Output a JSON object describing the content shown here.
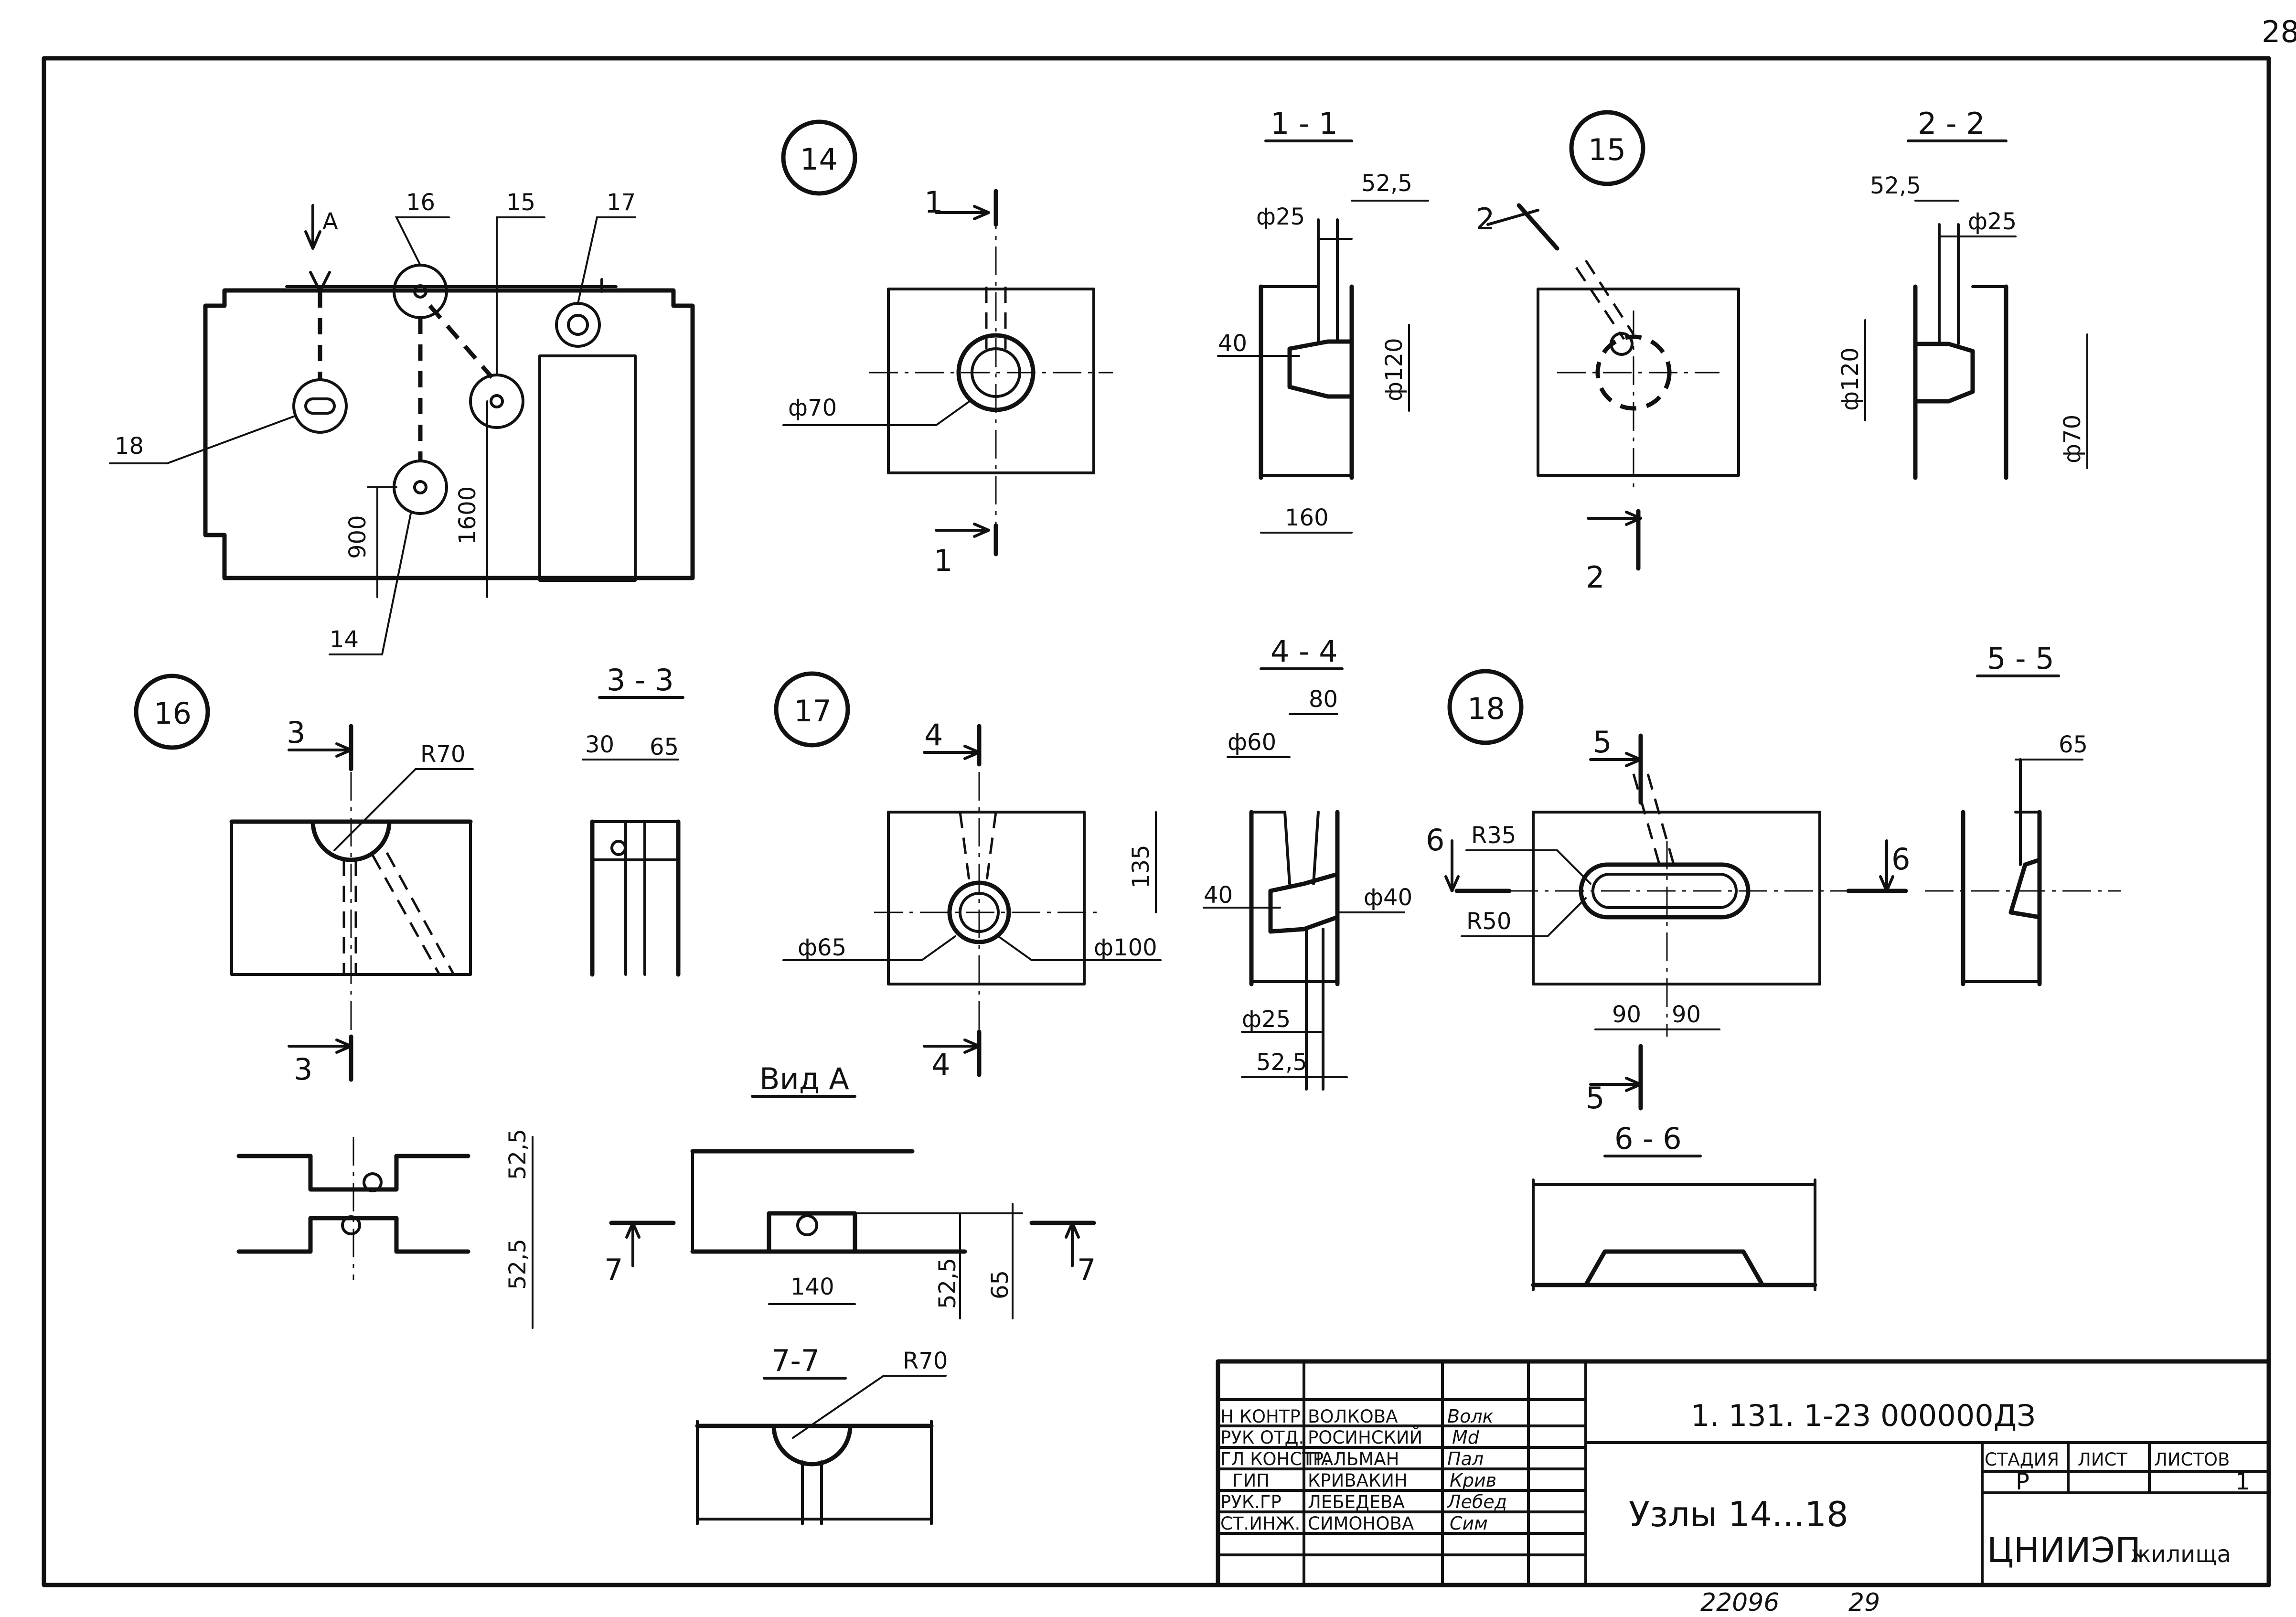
{
  "sheet_number": "28",
  "inventory_number": "22096",
  "inventory_suffix": "29",
  "plan": {
    "view_marker": "A",
    "node_labels": [
      "16",
      "15",
      "17",
      "18",
      "14"
    ],
    "dims": [
      "900",
      "1600"
    ]
  },
  "nodes": {
    "n14": {
      "number": "14",
      "section": "1 - 1",
      "cut": "1",
      "dims": [
        "ф70",
        "ф25",
        "52,5",
        "40",
        "ф120",
        "160"
      ]
    },
    "n15": {
      "number": "15",
      "section": "2 - 2",
      "cut": "2",
      "dims": [
        "52,5",
        "ф25",
        "ф120",
        "ф70"
      ]
    },
    "n16": {
      "number": "16",
      "section": "3 - 3",
      "cut": "3",
      "dims": [
        "R70",
        "30",
        "65",
        "52,5",
        "52,5"
      ]
    },
    "n17": {
      "number": "17",
      "section": "4 - 4",
      "cut": "4",
      "dims": [
        "135",
        "ф65",
        "ф100",
        "80",
        "ф60",
        "40",
        "ф40",
        "ф25",
        "52,5"
      ]
    },
    "n18": {
      "number": "18",
      "section": "5 - 5",
      "cut": "5",
      "section2": "6 - 6",
      "cut2": "6",
      "dims": [
        "R35",
        "R50",
        "90",
        "90",
        "65"
      ]
    }
  },
  "view_a": {
    "title": "Вид А",
    "cut": "7",
    "dims": [
      "140",
      "52,5",
      "65"
    ]
  },
  "section_77": {
    "title": "7-7",
    "dims": [
      "R70"
    ]
  },
  "title_block": {
    "roles": [
      "Н КОНТР.",
      "РУК ОТД.",
      "ГЛ КОНСТР.",
      "ГИП",
      "РУК.ГР",
      "СТ.ИНЖ."
    ],
    "names": [
      "ВОЛКОВА",
      "РОСИНСКИЙ",
      "ПАЛЬМАН",
      "КРИВАКИН",
      "ЛЕБЕДЕВА",
      "СИМОНОВА"
    ],
    "signatures": [
      "Волк",
      "Мd",
      "Пал",
      "Крив",
      "Лебед",
      "Сим"
    ],
    "document_code": "1. 131. 1-23   000000ДЗ",
    "title": "Узлы 14...18",
    "headers": [
      "СТАДИЯ",
      "ЛИСТ",
      "ЛИСТОВ"
    ],
    "stage": "Р",
    "sheets_total": "1",
    "organization_main": "ЦНИИЭП",
    "organization_suffix": "жилища"
  }
}
